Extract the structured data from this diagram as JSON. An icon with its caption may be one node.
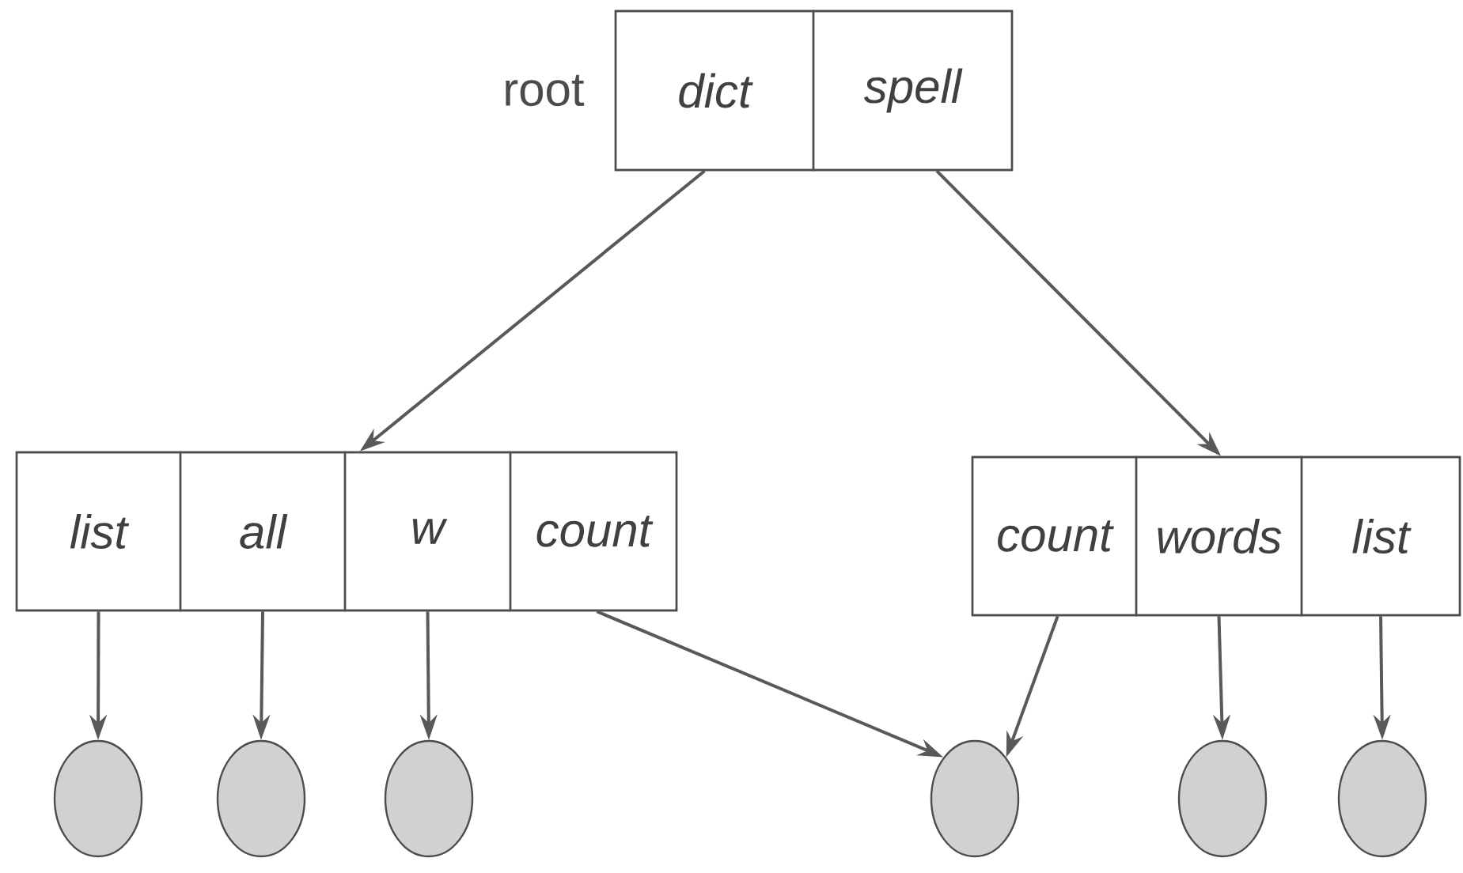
{
  "diagram": {
    "nodes": [
      {
        "text": [],
        "shape": "box",
        "beside": [
          "root"
        ]
      },
      {
        "text": [
          "dict"
        ],
        "in": 0
      },
      {
        "text": [
          "spell"
        ],
        "in": 0
      },
      {
        "text": [],
        "shape": "box"
      },
      {
        "text": [
          "list"
        ],
        "in": 3
      },
      {
        "text": [
          "all"
        ],
        "in": 3
      },
      {
        "text": [
          "w"
        ],
        "in": 3
      },
      {
        "text": [
          "count"
        ],
        "in": 3
      },
      {
        "text": [],
        "shape": "box"
      },
      {
        "text": [
          "count"
        ],
        "in": 8
      },
      {
        "text": [
          "words"
        ],
        "in": 8
      },
      {
        "text": [
          "list"
        ],
        "in": 8
      },
      {
        "text": [],
        "shape": "circle"
      },
      {
        "text": [],
        "shape": "circle"
      },
      {
        "text": [],
        "shape": "circle"
      },
      {
        "text": [],
        "shape": "circle"
      },
      {
        "text": [],
        "shape": "circle"
      },
      {
        "text": [],
        "shape": "circle"
      }
    ],
    "edges": [
      {
        "from": 1,
        "to": 3,
        "arrow": "to"
      },
      {
        "from": 2,
        "to": 8,
        "arrow": "to"
      },
      {
        "from": 4,
        "to": 12,
        "arrow": "to"
      },
      {
        "from": 5,
        "to": 13,
        "arrow": "to"
      },
      {
        "from": 6,
        "to": 14,
        "arrow": "to"
      },
      {
        "from": 7,
        "to": 15,
        "arrow": "to"
      },
      {
        "from": 9,
        "to": 15,
        "arrow": "to"
      },
      {
        "from": 10,
        "to": 16,
        "arrow": "to"
      },
      {
        "from": 11,
        "to": 17,
        "arrow": "to"
      }
    ]
  }
}
